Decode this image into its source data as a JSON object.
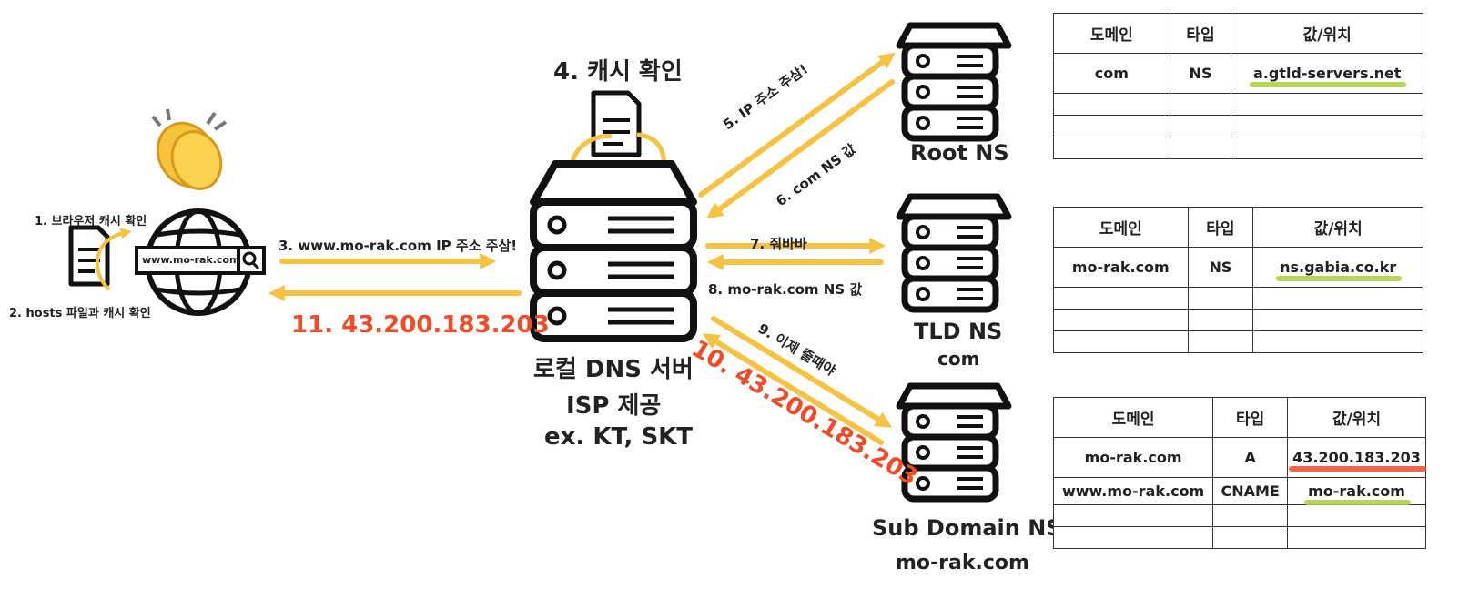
{
  "browser": {
    "step1": "1. 브라우저 캐시 확인",
    "step2": "2. hosts 파일과 캐시 확인",
    "url": "www.mo-rak.com"
  },
  "local_dns": {
    "cache_label": "4. 캐시 확인",
    "line1": "로컬 DNS 서버",
    "line2": "ISP 제공",
    "line3": "ex. KT, SKT"
  },
  "steps": {
    "s3": "3. www.mo-rak.com IP 주소 주삼!",
    "s5": "5. IP 주소 주삼!",
    "s6": "6. com NS 값",
    "s7": "7. 줘바바",
    "s8": "8. mo-rak.com NS 값",
    "s9": "9. 이제 줄때야",
    "s10": "10. 43.200.183.203",
    "s11": "11. 43.200.183.203"
  },
  "servers": {
    "root": "Root NS",
    "tld": "TLD NS",
    "tld_sub": "com",
    "sub": "Sub Domain NS",
    "sub_sub": "mo-rak.com"
  },
  "tables": {
    "root": {
      "headers": [
        "도메인",
        "타입",
        "값/위치"
      ],
      "rows": [
        [
          "com",
          "NS",
          "a.gtld-servers.net"
        ]
      ]
    },
    "tld": {
      "headers": [
        "도메인",
        "타입",
        "값/위치"
      ],
      "rows": [
        [
          "mo-rak.com",
          "NS",
          "ns.gabia.co.kr"
        ]
      ]
    },
    "sub": {
      "headers": [
        "도메인",
        "타입",
        "값/위치"
      ],
      "rows": [
        [
          "mo-rak.com",
          "A",
          "43.200.183.203"
        ],
        [
          "www.mo-rak.com",
          "CNAME",
          "mo-rak.com"
        ]
      ]
    }
  },
  "colors": {
    "arrow": "#f5c242",
    "accent_red": "#f04a26",
    "highlight_green": "#a8cf3a",
    "icon": "#1a1a1a"
  }
}
